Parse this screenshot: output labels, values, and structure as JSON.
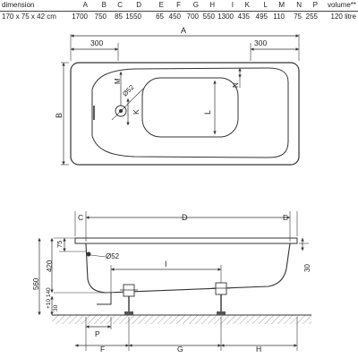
{
  "spec_table": {
    "headers": [
      "dimension",
      "A",
      "B",
      "C",
      "D",
      "E",
      "F",
      "G",
      "H",
      "I",
      "K",
      "L",
      "M",
      "N",
      "P",
      "volume**"
    ],
    "values": [
      "170 x 75 x 42 cm",
      "1700",
      "750",
      "85",
      "1550",
      "65",
      "450",
      "700",
      "550",
      "1300",
      "435",
      "495",
      "110",
      "75",
      "255",
      "120 litre"
    ]
  },
  "top_view": {
    "dim_A": "A",
    "dim_left_300": "300",
    "dim_right_300": "300",
    "dim_B": "B",
    "dim_N": "N",
    "dim_M": "M",
    "drain_diameter": "Ø52",
    "dim_K": "K",
    "dim_L": "L"
  },
  "side_view": {
    "dim_C": "C",
    "dim_D": "D",
    "dim_E": "E",
    "dim_75": "75",
    "dim_30": "30",
    "overflow_diameter": "Ø52",
    "dim_I": "I",
    "dim_420": "420",
    "dim_560": "560",
    "dim_feet_adjust": "+10\n140",
    "dim_30b": "30",
    "dim_P": "P",
    "dim_F": "F",
    "dim_G": "G",
    "dim_H": "H"
  }
}
